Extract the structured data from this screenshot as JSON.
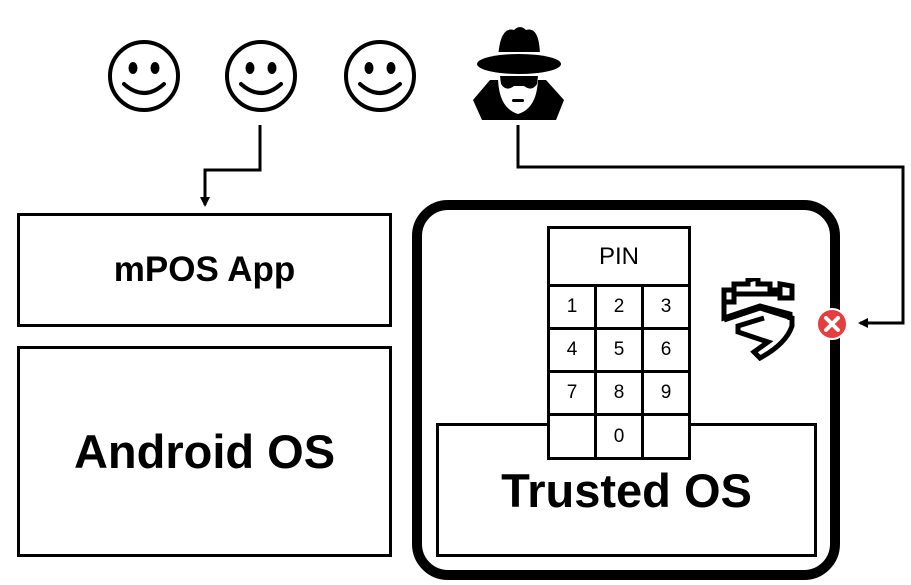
{
  "users": [
    {
      "icon": "smiley-face-icon",
      "role": "user"
    },
    {
      "icon": "smiley-face-icon",
      "role": "user"
    },
    {
      "icon": "smiley-face-icon",
      "role": "user"
    },
    {
      "icon": "spy-attacker-icon",
      "role": "attacker"
    }
  ],
  "layers": {
    "mpos_app": "mPOS App",
    "android_os": "Android OS",
    "trusted_os": "Trusted OS"
  },
  "pin_pad": {
    "header": "PIN",
    "rows": [
      [
        "1",
        "2",
        "3"
      ],
      [
        "4",
        "5",
        "6"
      ],
      [
        "7",
        "8",
        "9"
      ],
      [
        "",
        "0",
        ""
      ]
    ]
  },
  "icons": {
    "security_shield": "samsung-knox-shield-icon",
    "blocked": "blocked-x-icon"
  },
  "colors": {
    "stroke": "#000000",
    "blocked": "#e53e3e",
    "background": "#ffffff"
  }
}
